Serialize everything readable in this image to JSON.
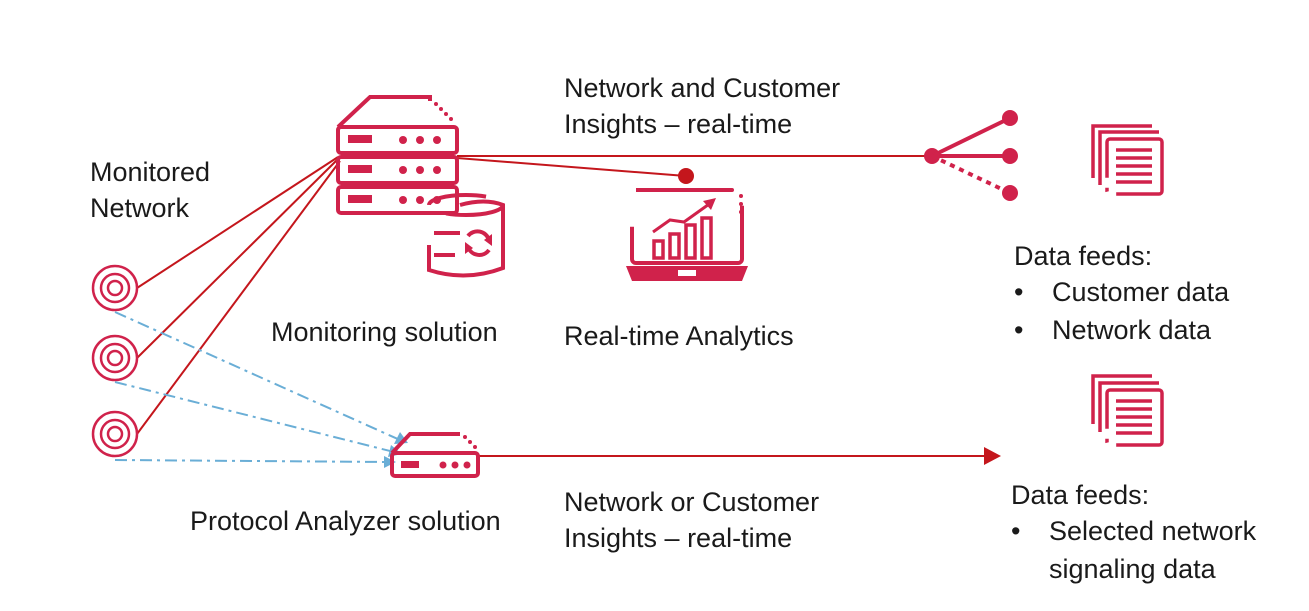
{
  "labels": {
    "monitored_network": [
      "Monitored",
      "Network"
    ],
    "monitoring_solution": "Monitoring solution",
    "realtime_analytics": "Real-time Analytics",
    "protocol_analyzer": "Protocol Analyzer solution",
    "insights_top": [
      "Network and Customer",
      "Insights – real-time"
    ],
    "insights_bottom": [
      "Network or Customer",
      "Insights – real-time"
    ]
  },
  "feeds_top": {
    "title": "Data feeds:",
    "items": [
      "Customer data",
      "Network data"
    ]
  },
  "feeds_bottom": {
    "title": "Data feeds:",
    "items": [
      "Selected network",
      "signaling data"
    ]
  },
  "colors": {
    "accent": "#d0224b",
    "line": "#c4161c",
    "dashed": "#6aaed6",
    "text": "#1a1a1a"
  },
  "icons": {
    "server": "server-stack-icon",
    "database": "database-sync-icon",
    "laptop": "laptop-chart-icon",
    "probe": "target-probe-icon",
    "analyzer": "analyzer-box-icon",
    "fanout": "fanout-hub-icon",
    "document": "document-stack-icon"
  }
}
